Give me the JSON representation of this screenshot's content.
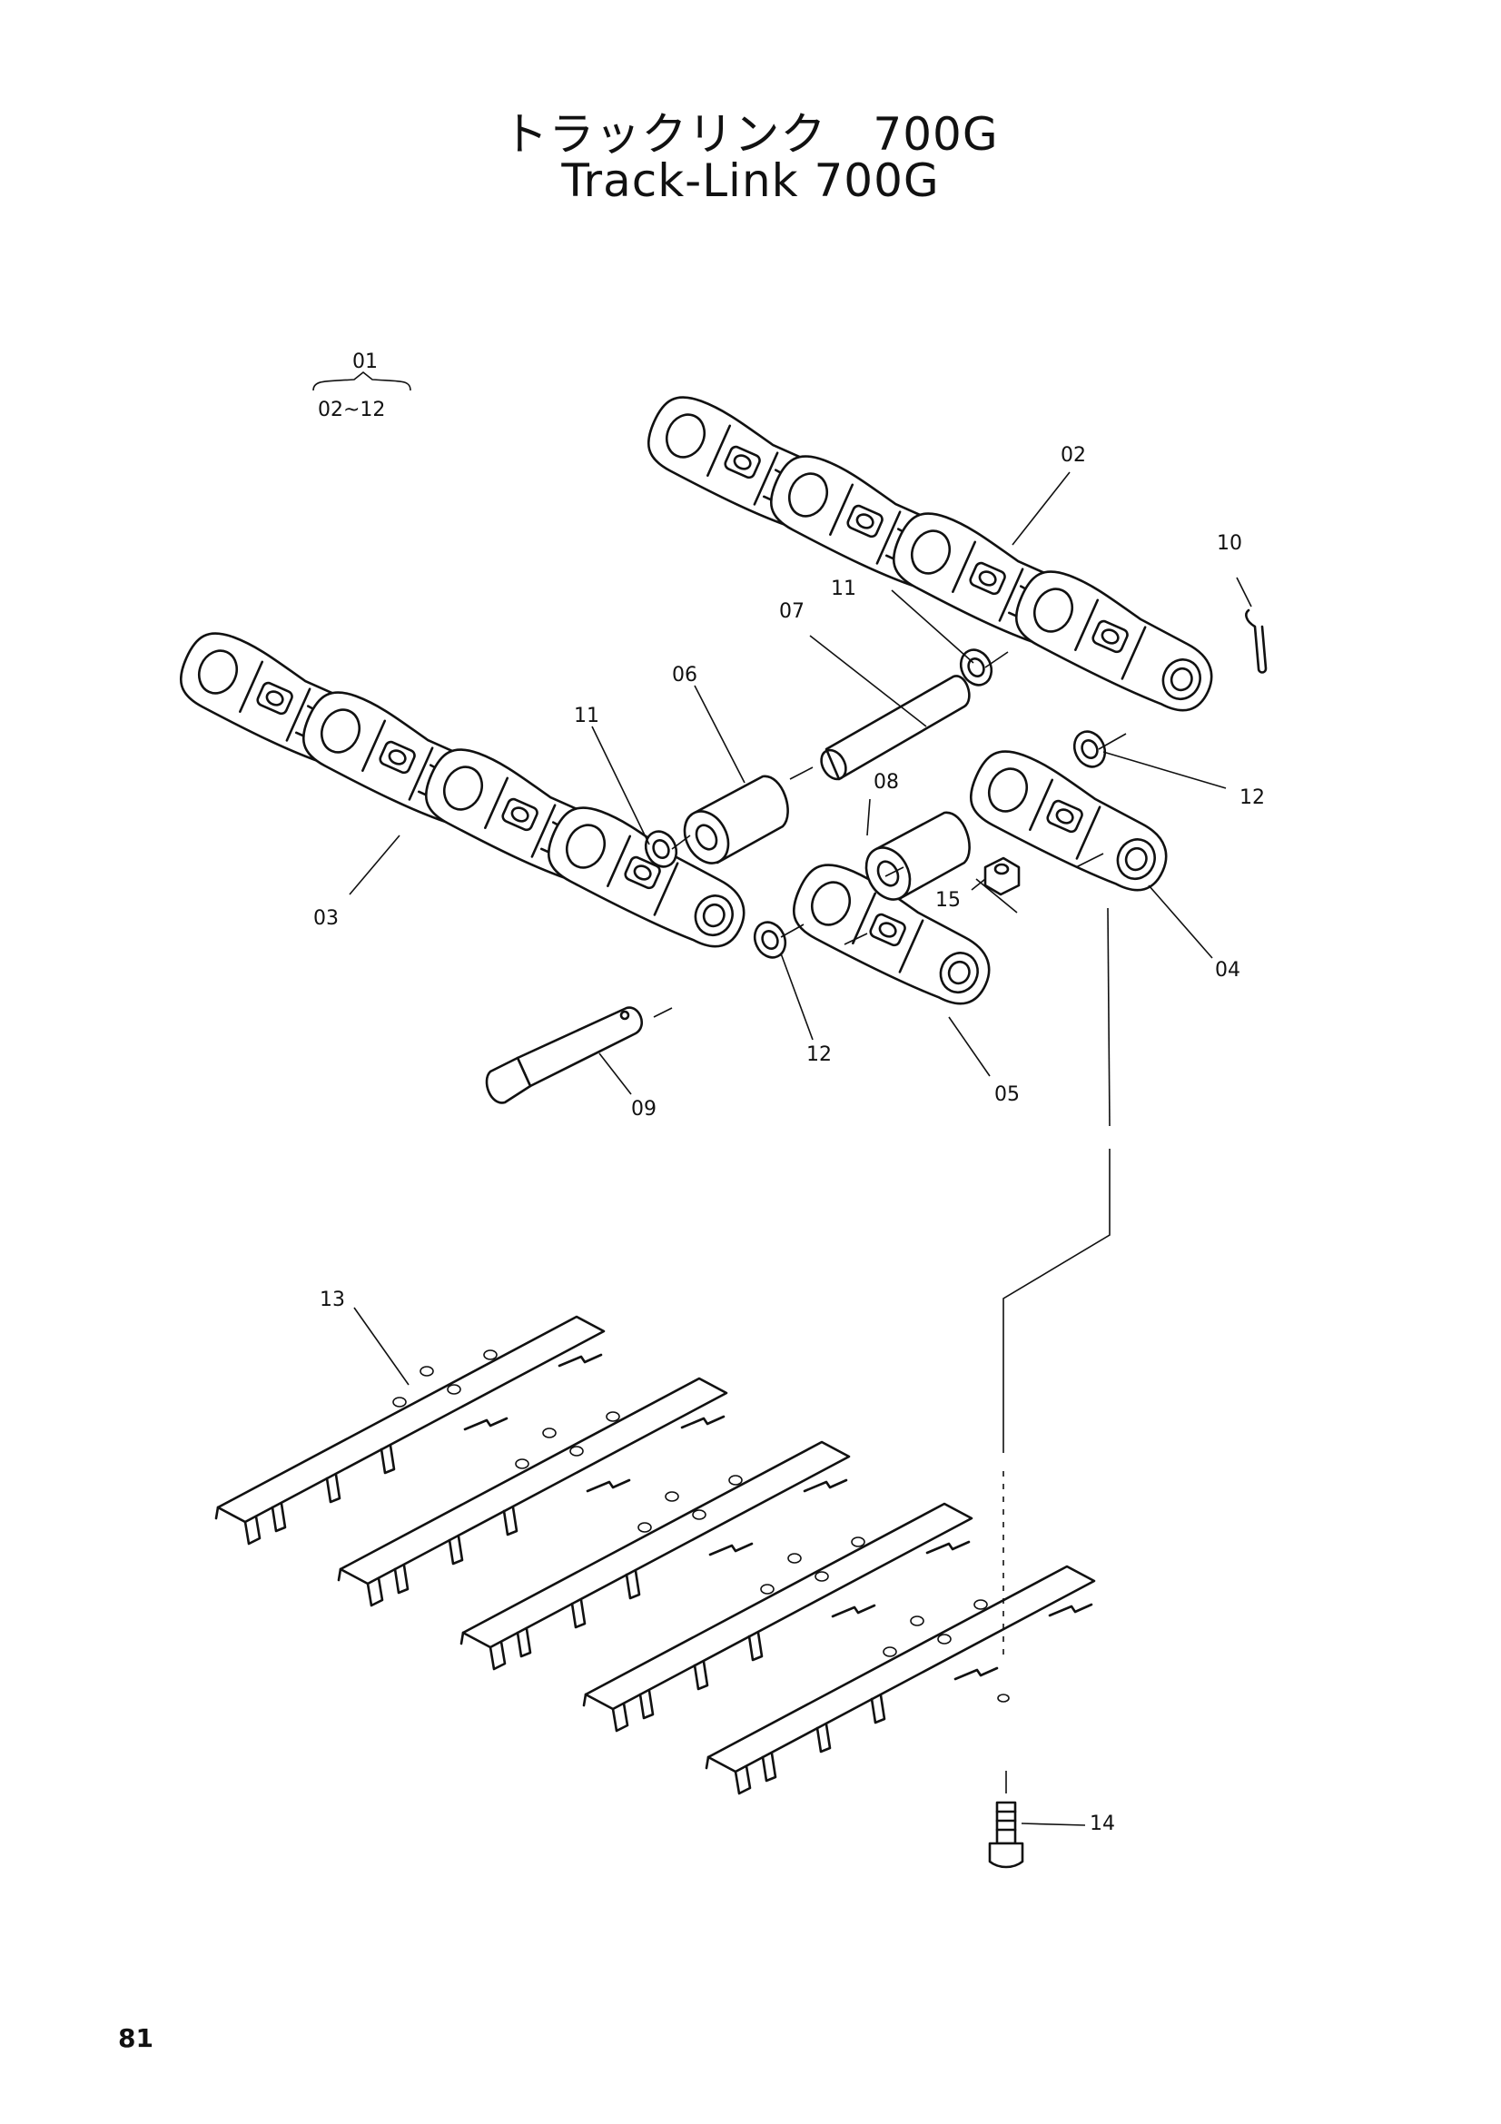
{
  "title_ja": "トラックリンク　700G",
  "title_en": "Track-Link   700G",
  "page_number": "81",
  "callouts": {
    "c01": "01",
    "c01_range": "02~12",
    "c02": "02",
    "c03": "03",
    "c04": "04",
    "c05": "05",
    "c06": "06",
    "c07": "07",
    "c08": "08",
    "c09": "09",
    "c10": "10",
    "c11a": "11",
    "c11b": "11",
    "c12a": "12",
    "c12b": "12",
    "c13": "13",
    "c14": "14",
    "c15": "15"
  }
}
